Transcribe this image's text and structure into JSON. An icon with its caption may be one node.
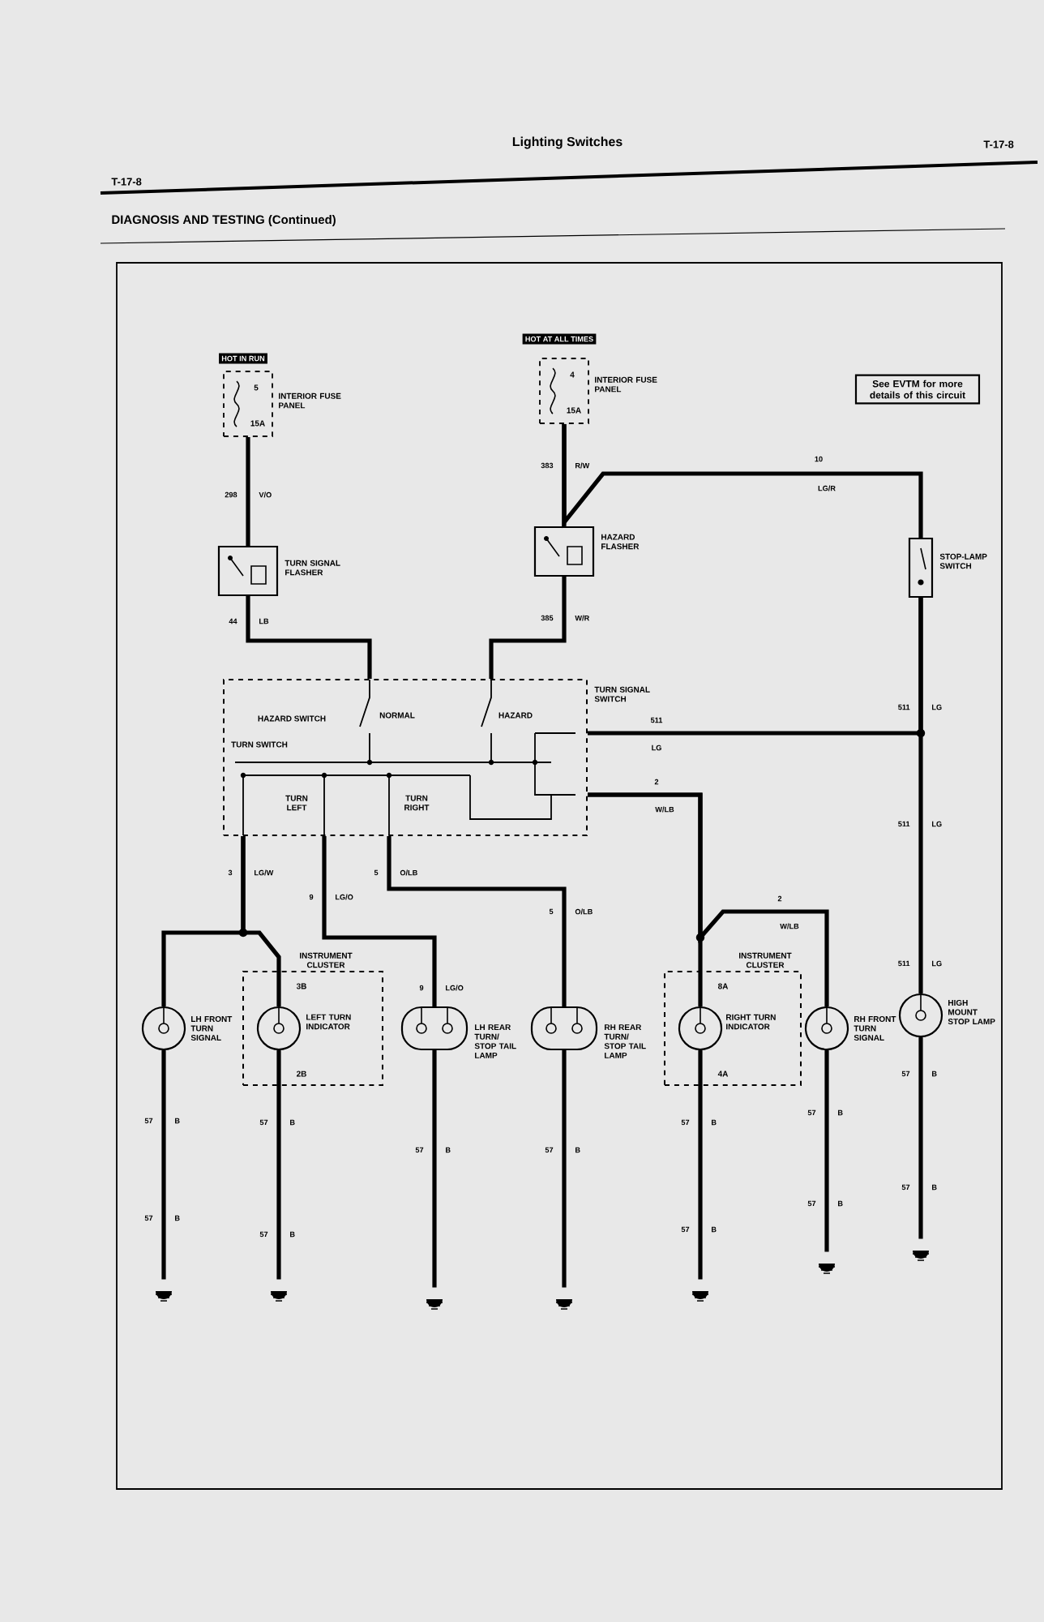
{
  "diagram": {
    "title": "Lighting Switches",
    "nodes": [
      {
        "text": [
          "HOT IN RUN"
        ]
      },
      {
        "text": [
          "HOT AT ALL TIMES"
        ]
      },
      {
        "text": [
          "5",
          "15A"
        ],
        "beside": [
          "INTERIOR FUSE PANEL"
        ]
      },
      {
        "text": [
          "4",
          "15A"
        ],
        "beside": [
          "INTERIOR FUSE PANEL"
        ]
      },
      {
        "text": [
          "See EVTM for more details of this circuit"
        ]
      },
      {
        "text": [
          "TURN SIGNAL FLASHER"
        ]
      },
      {
        "text": [
          "HAZARD FLASHER"
        ]
      },
      {
        "text": [
          "STOP-LAMP SWITCH"
        ]
      },
      {
        "text": [
          "TURN SIGNAL SWITCH",
          "HAZARD SWITCH",
          "NORMAL",
          "HAZARD",
          "TURN SWITCH",
          "TURN LEFT",
          "TURN RIGHT"
        ]
      },
      {
        "text": [
          "LH FRONT TURN SIGNAL"
        ]
      },
      {
        "text": [
          "INSTRUMENT CLUSTER",
          "3B",
          "2B"
        ]
      },
      {
        "text": [
          "LEFT TURN INDICATOR"
        ],
        "in": 10
      },
      {
        "text": [
          "LH REAR TURN/ STOP TAIL LAMP"
        ]
      },
      {
        "text": [
          "RH REAR TURN/ STOP TAIL LAMP"
        ]
      },
      {
        "text": [
          "INSTRUMENT CLUSTER",
          "8A",
          "4A"
        ]
      },
      {
        "text": [
          "RIGHT TURN INDICATOR"
        ],
        "in": 14
      },
      {
        "text": [
          "RH FRONT TURN SIGNAL"
        ]
      },
      {
        "text": [
          "HIGH MOUNT STOP LAMP"
        ]
      },
      {
        "text": [],
        "shape": "ground"
      },
      {
        "text": [],
        "shape": "ground"
      },
      {
        "text": [],
        "shape": "ground"
      },
      {
        "text": [],
        "shape": "ground"
      },
      {
        "text": [],
        "shape": "ground"
      },
      {
        "text": [],
        "shape": "ground"
      },
      {
        "text": [],
        "shape": "ground"
      }
    ],
    "edges": [
      {
        "from": 2,
        "to": 5,
        "arrow": "none"
      },
      {
        "from": 3,
        "to": 6,
        "arrow": "none"
      },
      {
        "from": 3,
        "to": 7,
        "arrow": "none"
      },
      {
        "from": 5,
        "to": 8,
        "arrow": "none"
      },
      {
        "from": 6,
        "to": 8,
        "arrow": "none"
      },
      {
        "from": 7,
        "to": 8,
        "arrow": "none"
      },
      {
        "from": 7,
        "to": 17,
        "arrow": "none"
      },
      {
        "from": 8,
        "to": 15,
        "arrow": "none"
      },
      {
        "from": 8,
        "to": 16,
        "arrow": "none"
      },
      {
        "from": 8,
        "to": 11,
        "arrow": "none"
      },
      {
        "from": 8,
        "to": 9,
        "arrow": "none"
      },
      {
        "from": 8,
        "to": 12,
        "arrow": "none"
      },
      {
        "from": 8,
        "to": 13,
        "arrow": "none"
      },
      {
        "from": 9,
        "to": 18,
        "arrow": "none"
      },
      {
        "from": 11,
        "to": 19,
        "arrow": "none"
      },
      {
        "from": 12,
        "to": 20,
        "arrow": "none"
      },
      {
        "from": 13,
        "to": 21,
        "arrow": "none"
      },
      {
        "from": 15,
        "to": 22,
        "arrow": "none"
      },
      {
        "from": 16,
        "to": 23,
        "arrow": "none"
      },
      {
        "from": 17,
        "to": 24,
        "arrow": "none"
      }
    ],
    "labels": [
      "T-17-8",
      "T-17-8",
      "DIAGNOSIS AND TESTING (Continued)",
      "298",
      "V/O",
      "383",
      "R/W",
      "10",
      "LG/R",
      "44",
      "LB",
      "385",
      "W/R",
      "511",
      "LG",
      "511",
      "LG",
      "2",
      "W/LB",
      "511",
      "LG",
      "3",
      "LG/W",
      "9",
      "LG/O",
      "5",
      "O/LB",
      "2",
      "W/LB",
      "5",
      "O/LB",
      "9",
      "LG/O",
      "511",
      "LG",
      "57",
      "B",
      "57",
      "B",
      "57",
      "B",
      "57",
      "B",
      "57",
      "B",
      "57",
      "B",
      "57",
      "B",
      "57",
      "B",
      "57",
      "B",
      "57",
      "B",
      "57",
      "B",
      "57",
      "B"
    ]
  }
}
